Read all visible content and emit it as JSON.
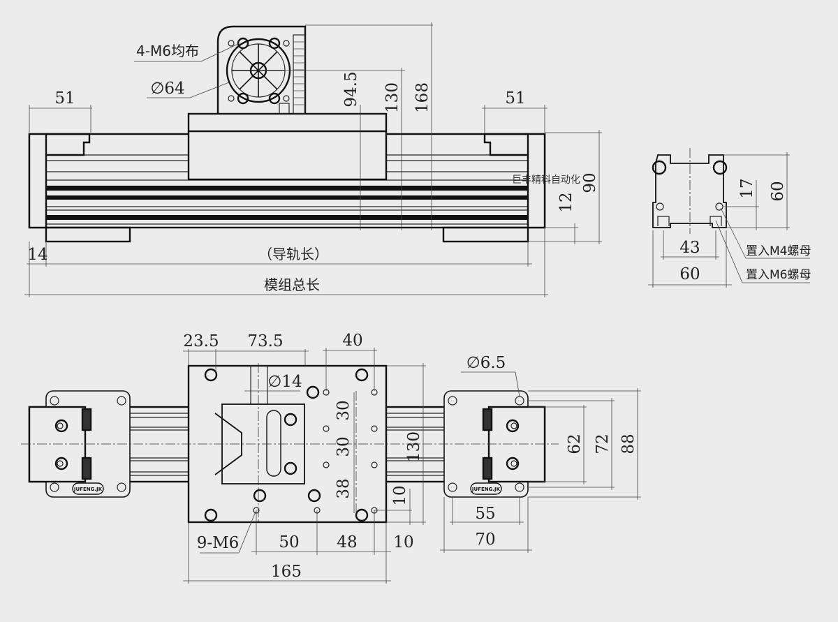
{
  "watermark": "巨丰精科自动化",
  "logo": "JUFENG.JK",
  "front_view": {
    "motor_holes": "4-M6均布",
    "motor_dia": "∅64",
    "left_bracket_width": "51",
    "right_bracket_width": "51",
    "height_carriage": "94.5",
    "height_motor_center": "130",
    "height_total": "168",
    "height_rail": "90",
    "foot_height": "12",
    "end_offset": "14",
    "rail_length": "（导轨长）",
    "module_length": "模组总长"
  },
  "profile_view": {
    "slot_offset": "17",
    "height": "60",
    "slot_spacing": "43",
    "width": "60",
    "m4_label": "置入M4螺母",
    "m6_label": "置入M6螺母"
  },
  "top_view": {
    "d_23_5": "23.5",
    "d_73_5": "73.5",
    "d_40": "40",
    "shaft_dia": "∅14",
    "hole_dia": "∅6.5",
    "d_30a": "30",
    "d_30b": "30",
    "d_38": "38",
    "carriage_width": "130",
    "d_10v": "10",
    "d_62": "62",
    "d_72": "72",
    "d_88": "88",
    "holes": "9-M6",
    "d_50": "50",
    "d_48": "48",
    "d_10h": "10",
    "carriage_length": "165",
    "d_55": "55",
    "d_70": "70"
  }
}
